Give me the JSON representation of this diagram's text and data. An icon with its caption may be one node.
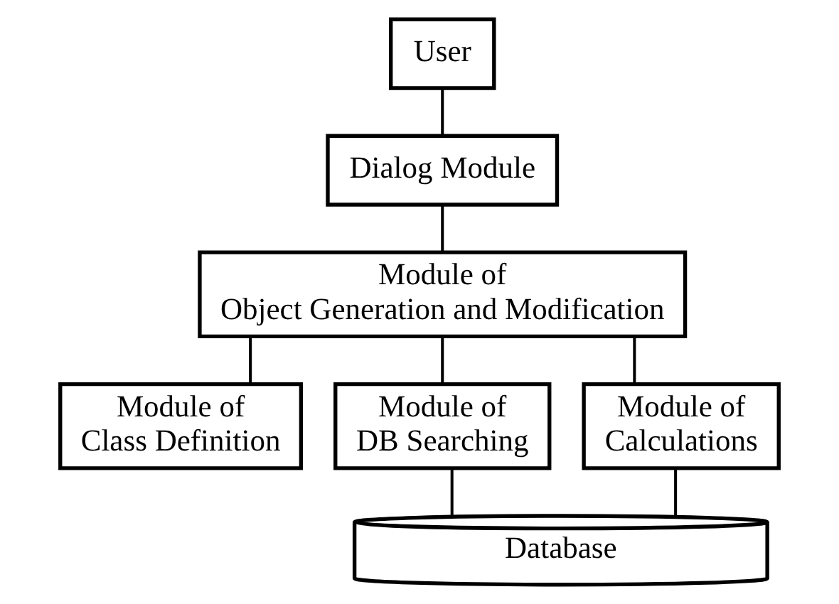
{
  "diagram": {
    "nodes": [
      {
        "text": [
          "User"
        ]
      },
      {
        "text": [
          "Dialog Module"
        ]
      },
      {
        "text": [
          "Module of Object Generation and Modification"
        ]
      },
      {
        "text": [
          "Module of Class Definition"
        ]
      },
      {
        "text": [
          "Module of DB Searching"
        ]
      },
      {
        "text": [
          "Module of Calculations"
        ]
      },
      {
        "text": [
          "Database"
        ]
      }
    ],
    "edges": [
      {
        "from": 0,
        "to": 1,
        "arrow": "none"
      },
      {
        "from": 1,
        "to": 2,
        "arrow": "none"
      },
      {
        "from": 2,
        "to": 3,
        "arrow": "none"
      },
      {
        "from": 2,
        "to": 4,
        "arrow": "none"
      },
      {
        "from": 2,
        "to": 5,
        "arrow": "none"
      },
      {
        "from": 4,
        "to": 6,
        "arrow": "none"
      },
      {
        "from": 5,
        "to": 6,
        "arrow": "none"
      }
    ]
  }
}
